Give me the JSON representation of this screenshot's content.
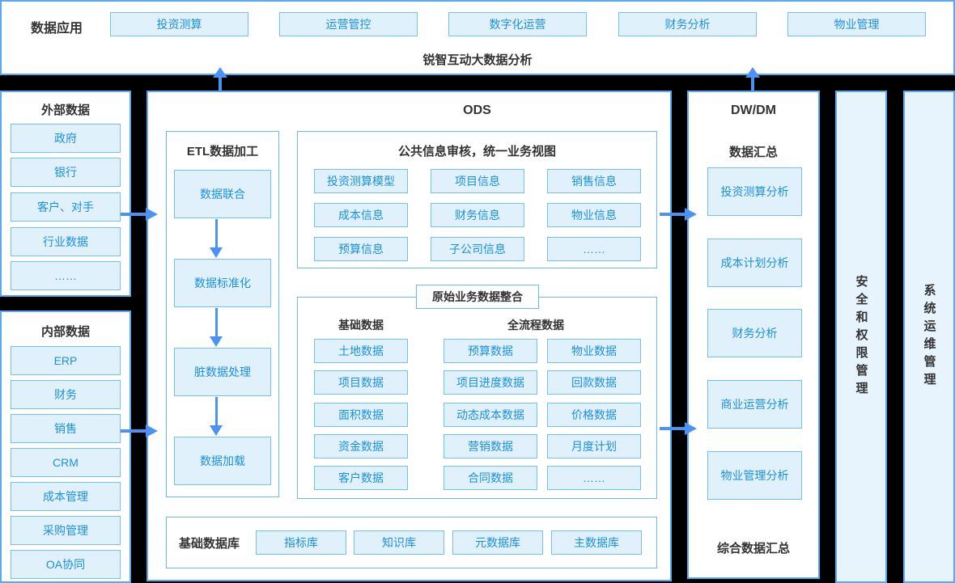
{
  "top": {
    "label": "数据应用",
    "buttons": [
      "投资测算",
      "运营管控",
      "数字化运营",
      "财务分析",
      "物业管理"
    ],
    "subtitle": "锐智互动大数据分析"
  },
  "external": {
    "title": "外部数据",
    "items": [
      "政府",
      "银行",
      "客户、对手",
      "行业数据",
      "……"
    ]
  },
  "internal": {
    "title": "内部数据",
    "items": [
      "ERP",
      "财务",
      "销售",
      "CRM",
      "成本管理",
      "采购管理",
      "OA协同"
    ]
  },
  "ods": {
    "title": "ODS",
    "etl": {
      "title": "ETL数据加工",
      "steps": [
        "数据联合",
        "数据标准化",
        "脏数据处理",
        "数据加载"
      ]
    },
    "public": {
      "title": "公共信息审核，统一业务视图",
      "items": [
        "投资测算模型",
        "项目信息",
        "销售信息",
        "成本信息",
        "财务信息",
        "物业信息",
        "预算信息",
        "子公司信息",
        "……"
      ]
    },
    "raw": {
      "title": "原始业务数据整合",
      "basic_title": "基础数据",
      "full_title": "全流程数据",
      "basic": [
        "土地数据",
        "项目数据",
        "面积数据",
        "资金数据",
        "客户数据"
      ],
      "full_left": [
        "预算数据",
        "项目进度数据",
        "动态成本数据",
        "营销数据",
        "合同数据"
      ],
      "full_right": [
        "物业数据",
        "回款数据",
        "价格数据",
        "月度计划",
        "……"
      ]
    },
    "base": {
      "title": "基础数据库",
      "items": [
        "指标库",
        "知识库",
        "元数据库",
        "主数据库"
      ]
    }
  },
  "dwdm": {
    "title": "DW/DM",
    "subtitle": "数据汇总",
    "items": [
      "投资测算分析",
      "成本计划分析",
      "财务分析",
      "商业运营分析",
      "物业管理分析"
    ],
    "footer": "综合数据汇总"
  },
  "bars": [
    {
      "label": "安全和权限管理"
    },
    {
      "label": "系统运维管理"
    }
  ],
  "colors": {
    "background": "#000000",
    "panel_border": "#58a9f2",
    "node_bg": "#e1f1fc",
    "node_border": "#74c1ee",
    "node_text": "#1b90e0",
    "dark_text": "#333333",
    "arrow": "#4b92f4",
    "bar_bg": "#e7f3fd"
  }
}
